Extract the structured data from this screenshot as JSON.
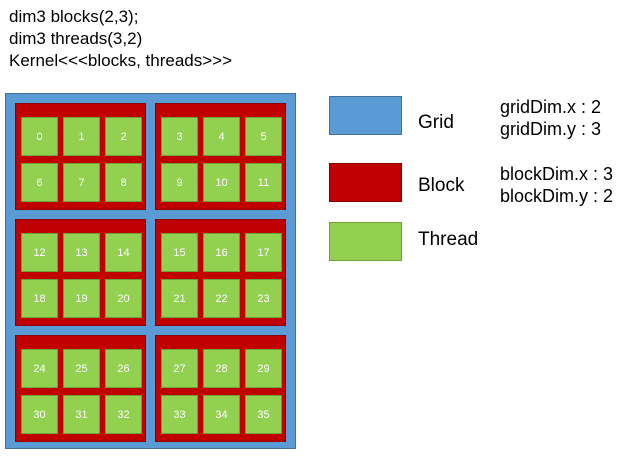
{
  "code": {
    "line1": "dim3 blocks(2,3);",
    "line2": "dim3 threads(3,2)",
    "line3": "Kernel<<<blocks, threads>>>"
  },
  "blocks": [
    {
      "threads": [
        "0",
        "1",
        "2",
        "6",
        "7",
        "8"
      ]
    },
    {
      "threads": [
        "3",
        "4",
        "5",
        "9",
        "10",
        "11"
      ]
    },
    {
      "threads": [
        "12",
        "13",
        "14",
        "18",
        "19",
        "20"
      ]
    },
    {
      "threads": [
        "15",
        "16",
        "17",
        "21",
        "22",
        "23"
      ]
    },
    {
      "threads": [
        "24",
        "25",
        "26",
        "30",
        "31",
        "32"
      ]
    },
    {
      "threads": [
        "27",
        "28",
        "29",
        "33",
        "34",
        "35"
      ]
    }
  ],
  "legend": {
    "grid": {
      "label": "Grid",
      "color": "#5b9bd5"
    },
    "block": {
      "label": "Block",
      "color": "#c00000"
    },
    "thread": {
      "label": "Thread",
      "color": "#92d050"
    }
  },
  "dims": {
    "grid_x": "gridDim.x : 2",
    "grid_y": "gridDim.y : 3",
    "block_x": "blockDim.x : 3",
    "block_y": "blockDim.y : 2"
  }
}
